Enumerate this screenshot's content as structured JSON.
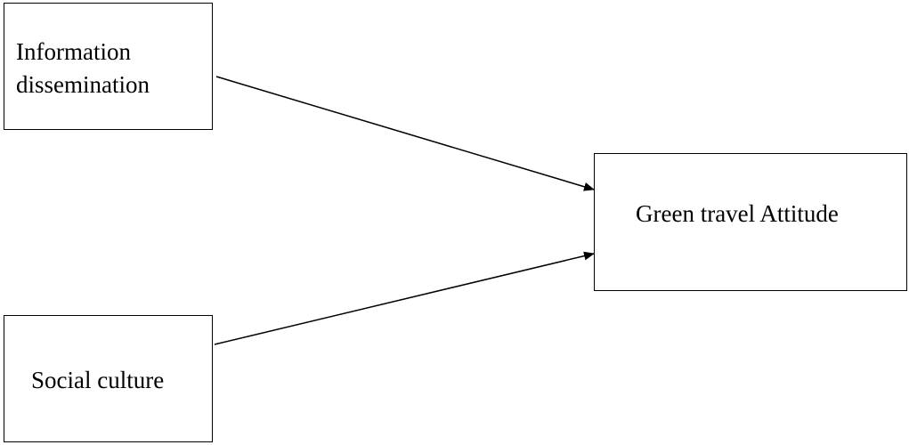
{
  "diagram": {
    "nodes": {
      "information_dissemination": {
        "label": "Information dissemination"
      },
      "social_culture": {
        "label": "Social culture"
      },
      "green_travel_attitude": {
        "label": "Green travel Attitude"
      }
    },
    "edges": [
      {
        "from": "Information dissemination",
        "to": "Green travel Attitude"
      },
      {
        "from": "Social culture",
        "to": "Green travel Attitude"
      }
    ],
    "colors": {
      "stroke": "#000000",
      "background": "#ffffff"
    }
  }
}
